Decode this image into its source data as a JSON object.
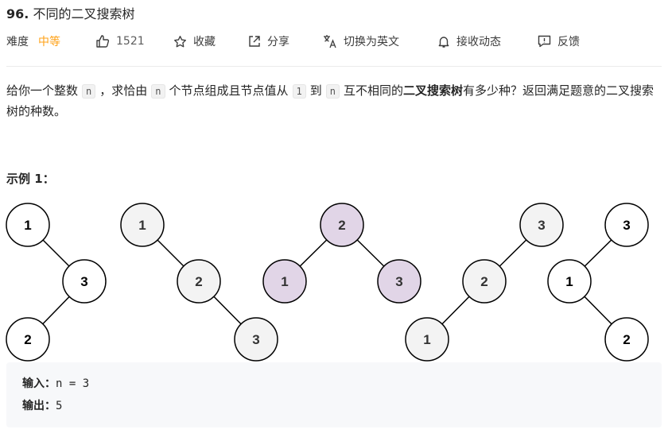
{
  "problem": {
    "number": "96.",
    "title": "不同的二叉搜索树"
  },
  "toolbar": {
    "difficulty_label": "难度",
    "difficulty_value": "中等",
    "likes": "1521",
    "favorite": "收藏",
    "share": "分享",
    "switch_lang": "切换为英文",
    "subscribe": "接收动态",
    "feedback": "反馈",
    "colors": {
      "difficulty": "#ffa116"
    }
  },
  "description": {
    "p1": "给你一个整数",
    "code_n1": "n",
    "p2": "，求恰由",
    "code_n2": "n",
    "p3": "个节点组成且节点值从",
    "code_1": "1",
    "p4": "到",
    "code_n3": "n",
    "p5": "互不相同的",
    "bold": "二叉搜索树",
    "p6": "有多少种？返回满足题意的二叉搜索树的种数。"
  },
  "example": {
    "title": "示例 1：",
    "input_label": "输入：",
    "input_value": "n = 3",
    "output_label": "输出：",
    "output_value": "5"
  },
  "trees": [
    {
      "nodes": [
        {
          "id": "a",
          "label": "1",
          "fill": "#ffffff"
        },
        {
          "id": "b",
          "label": "3",
          "fill": "#ffffff"
        },
        {
          "id": "c",
          "label": "2",
          "fill": "#ffffff"
        }
      ]
    },
    {
      "nodes": [
        {
          "id": "a",
          "label": "1",
          "fill": "#f3f3f3"
        },
        {
          "id": "b",
          "label": "2",
          "fill": "#f3f3f3"
        },
        {
          "id": "c",
          "label": "3",
          "fill": "#f3f3f3"
        }
      ]
    },
    {
      "nodes": [
        {
          "id": "a",
          "label": "2",
          "fill": "#e1d5e7"
        },
        {
          "id": "b",
          "label": "1",
          "fill": "#e1d5e7"
        },
        {
          "id": "c",
          "label": "3",
          "fill": "#e1d5e7"
        }
      ]
    },
    {
      "nodes": [
        {
          "id": "a",
          "label": "3",
          "fill": "#f3f3f3"
        },
        {
          "id": "b",
          "label": "2",
          "fill": "#f3f3f3"
        },
        {
          "id": "c",
          "label": "1",
          "fill": "#f3f3f3"
        }
      ]
    },
    {
      "nodes": [
        {
          "id": "a",
          "label": "3",
          "fill": "#ffffff"
        },
        {
          "id": "b",
          "label": "1",
          "fill": "#ffffff"
        },
        {
          "id": "c",
          "label": "2",
          "fill": "#ffffff"
        }
      ]
    }
  ]
}
